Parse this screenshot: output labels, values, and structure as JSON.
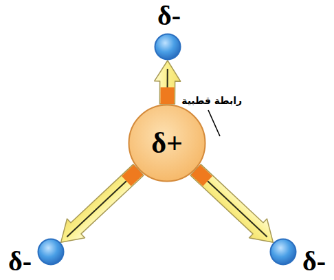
{
  "diagram": {
    "nodes": [
      {
        "text": [
          "δ+"
        ]
      },
      {
        "text": [
          "δ-"
        ]
      },
      {
        "text": [
          "δ-"
        ]
      },
      {
        "text": [
          "δ-"
        ]
      }
    ],
    "edges": [
      {
        "from": 0,
        "to": 1,
        "arrow": "to"
      },
      {
        "from": 0,
        "to": 2,
        "arrow": "to"
      },
      {
        "from": 0,
        "to": 3,
        "arrow": "to"
      }
    ],
    "labels": [
      "رابطة قطبية"
    ]
  }
}
